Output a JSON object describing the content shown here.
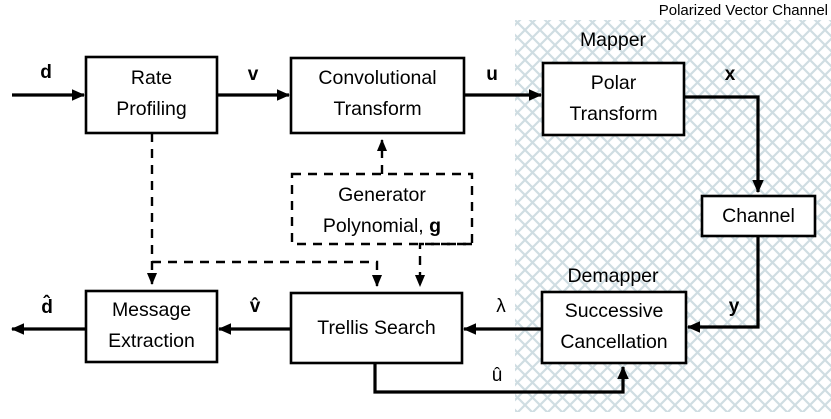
{
  "diagram": {
    "title": "Polarized Vector Channel",
    "regions": [
      {
        "id": "polarized-vector-channel",
        "label": "Polarized Vector Channel"
      },
      {
        "id": "mapper",
        "label": "Mapper"
      },
      {
        "id": "demapper",
        "label": "Demapper"
      }
    ],
    "blocks": [
      {
        "id": "rate-profiling",
        "line1": "Rate",
        "line2": "Profiling",
        "style": "solid"
      },
      {
        "id": "convolutional-transform",
        "line1": "Convolutional",
        "line2": "Transform",
        "style": "solid"
      },
      {
        "id": "polar-transform",
        "line1": "Polar",
        "line2": "Transform",
        "style": "solid"
      },
      {
        "id": "channel",
        "line1": "Channel",
        "line2": "",
        "style": "solid"
      },
      {
        "id": "generator-polynomial",
        "line1": "Generator",
        "line2": "Polynomial, g",
        "style": "dashed"
      },
      {
        "id": "message-extraction",
        "line1": "Message",
        "line2": "Extraction",
        "style": "solid"
      },
      {
        "id": "trellis-search",
        "line1": "Trellis Search",
        "line2": "",
        "style": "solid"
      },
      {
        "id": "successive-cancellation",
        "line1": "Successive",
        "line2": "Cancellation",
        "style": "solid"
      }
    ],
    "signals": [
      {
        "id": "d-input",
        "label": "d",
        "bold": true
      },
      {
        "id": "v-signal",
        "label": "v",
        "bold": true
      },
      {
        "id": "u-signal",
        "label": "u",
        "bold": true
      },
      {
        "id": "x-signal",
        "label": "x",
        "bold": true
      },
      {
        "id": "y-signal",
        "label": "y",
        "bold": true
      },
      {
        "id": "lambda-signal",
        "label": "λ",
        "bold": false
      },
      {
        "id": "u-hat-signal",
        "label": "û",
        "bold": false
      },
      {
        "id": "v-hat-signal",
        "label": "v̂",
        "bold": true
      },
      {
        "id": "d-hat-output",
        "label": "d̂",
        "bold": true
      }
    ],
    "colors": {
      "line": "#000000",
      "block_fill": "#ffffff",
      "background": "#ffffff",
      "hatch": "#cfdde2"
    }
  }
}
